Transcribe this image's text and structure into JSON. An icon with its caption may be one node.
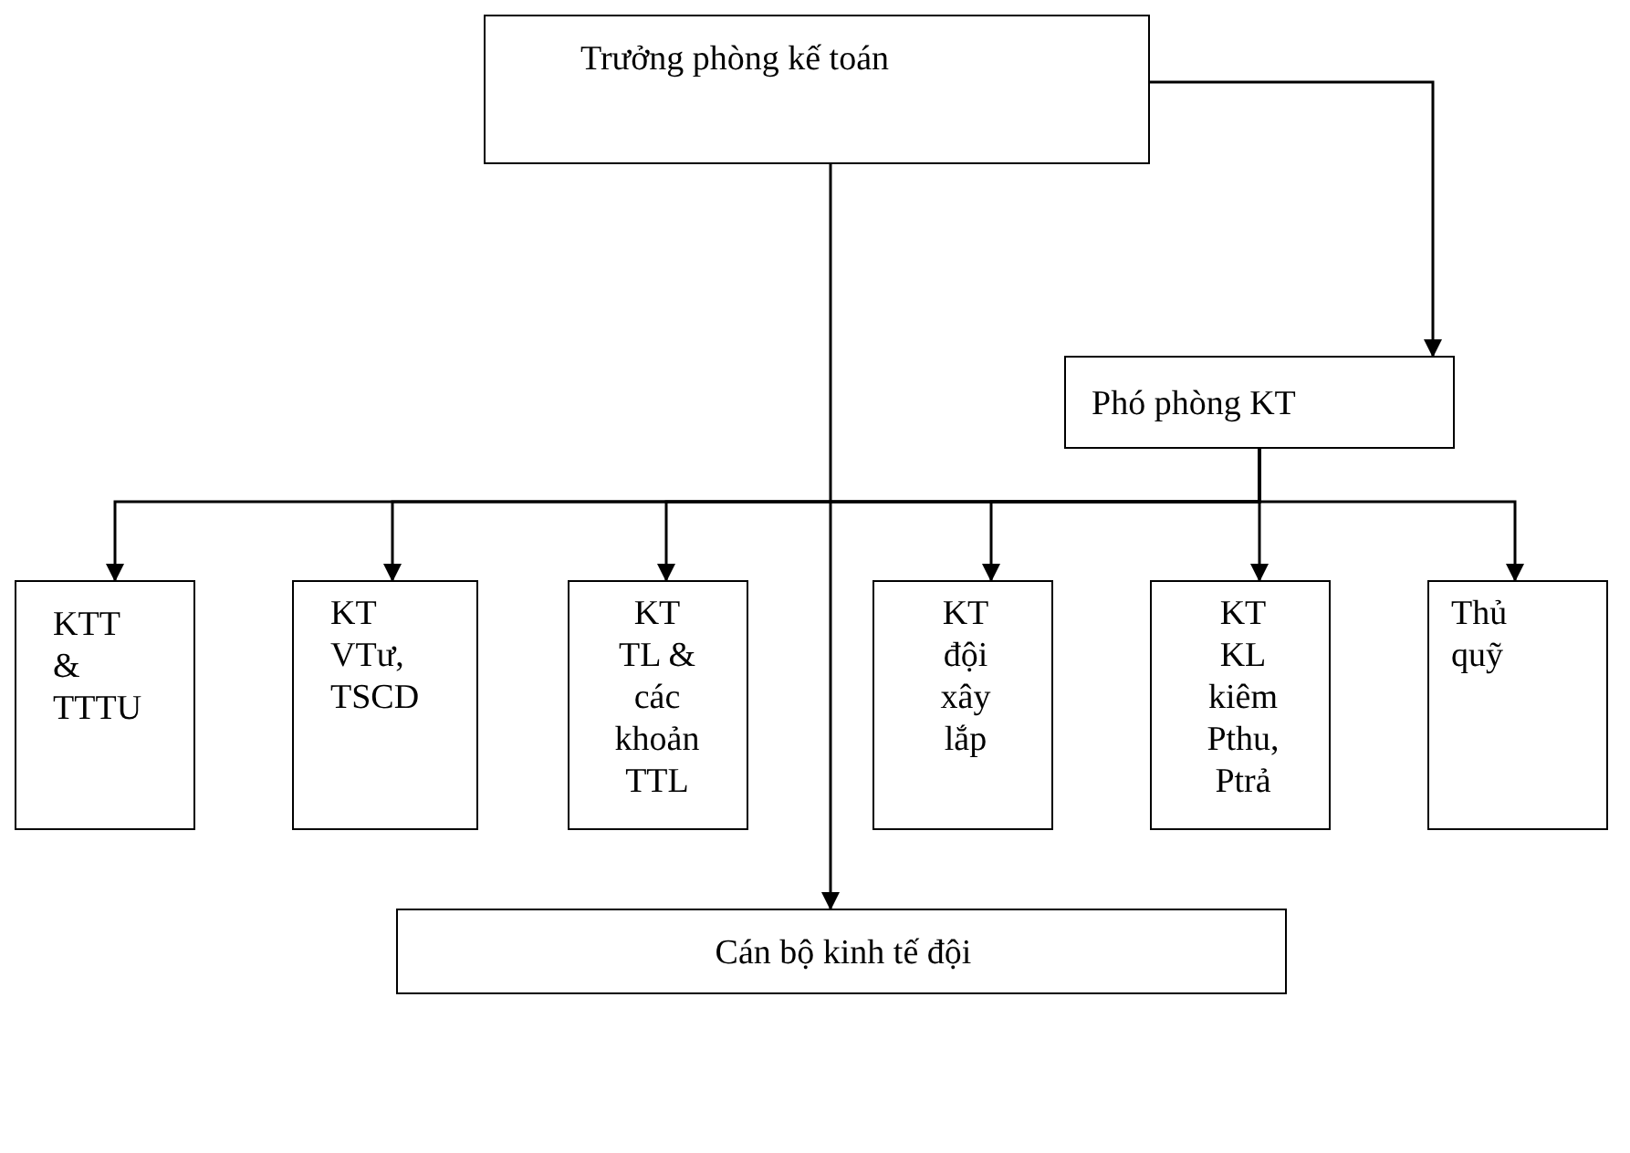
{
  "diagram": {
    "nodes": [
      {
        "text": [
          "Trưởng phòng kế toán"
        ]
      },
      {
        "text": [
          "Phó phòng KT"
        ]
      },
      {
        "text": [
          "KTT & TTTU"
        ]
      },
      {
        "text": [
          "KT VTư, TSCD"
        ]
      },
      {
        "text": [
          "KT TL & các khoản TTL"
        ]
      },
      {
        "text": [
          "KT đội xây lắp"
        ]
      },
      {
        "text": [
          "KT KL kiêm Pthu, Ptrả"
        ]
      },
      {
        "text": [
          "Thủ quỹ"
        ]
      },
      {
        "text": [
          "Cán bộ kinh tế đội"
        ]
      }
    ],
    "edges": [
      {
        "from": 0,
        "to": 1,
        "arrow": "to"
      },
      {
        "from": 0,
        "to": 8,
        "arrow": "to"
      },
      {
        "from": 1,
        "to": 2,
        "arrow": "to"
      },
      {
        "from": 1,
        "to": 3,
        "arrow": "to"
      },
      {
        "from": 1,
        "to": 4,
        "arrow": "to"
      },
      {
        "from": 1,
        "to": 5,
        "arrow": "to"
      },
      {
        "from": 1,
        "to": 6,
        "arrow": "to"
      },
      {
        "from": 1,
        "to": 7,
        "arrow": "to"
      }
    ]
  }
}
